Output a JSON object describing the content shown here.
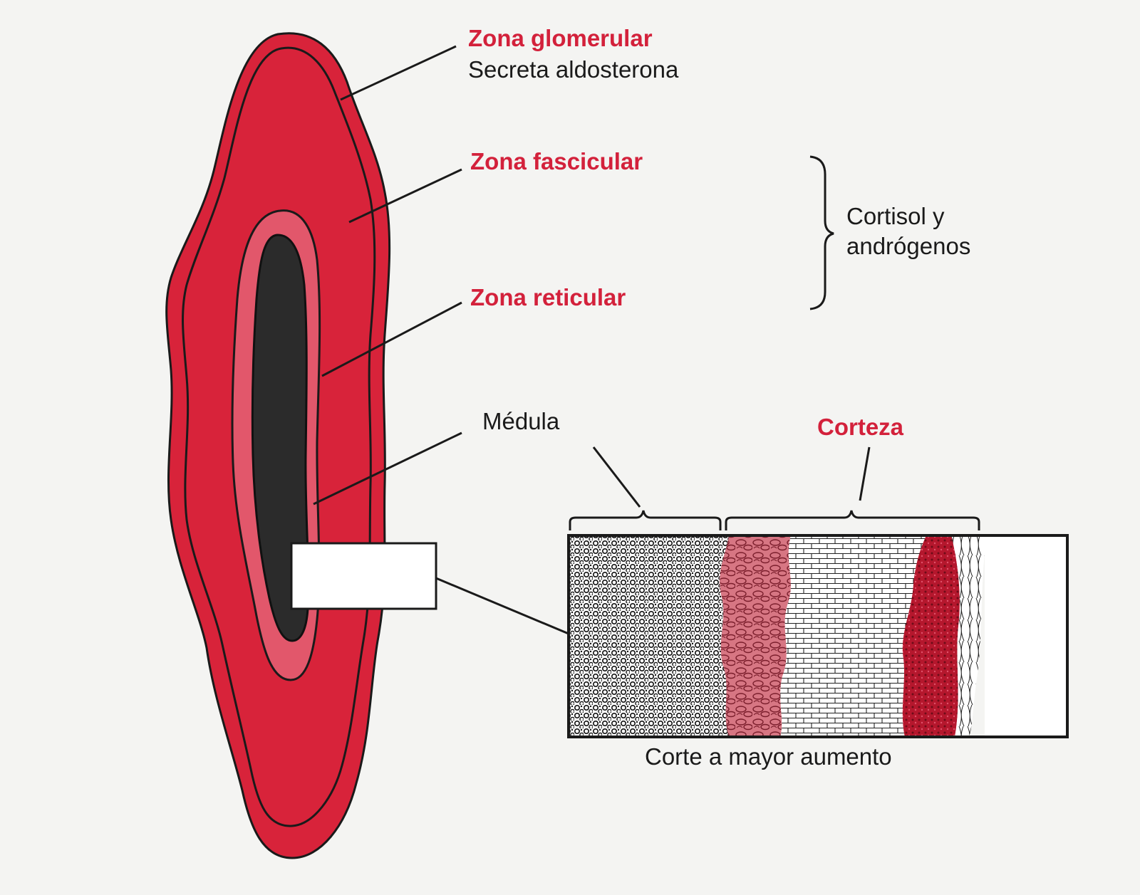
{
  "colors": {
    "outer_cortex": "#d8233a",
    "zone_outline": "#1a1a1a",
    "reticular": "#e2576b",
    "medulla": "#2b2b2b",
    "label_red": "#d3213b",
    "text_dark": "#1a1a1a"
  },
  "labels": {
    "zona_glomerular": {
      "title": "Zona glomerular",
      "subtitle": "Secreta aldosterona"
    },
    "zona_fascicular": {
      "title": "Zona fascicular"
    },
    "zona_reticular": {
      "title": "Zona reticular"
    },
    "bracket_note": {
      "line1": "Cortisol y",
      "line2": "andrógenos"
    },
    "medula": "Médula",
    "corteza": "Corteza",
    "inset_caption": "Corte a mayor aumento"
  }
}
